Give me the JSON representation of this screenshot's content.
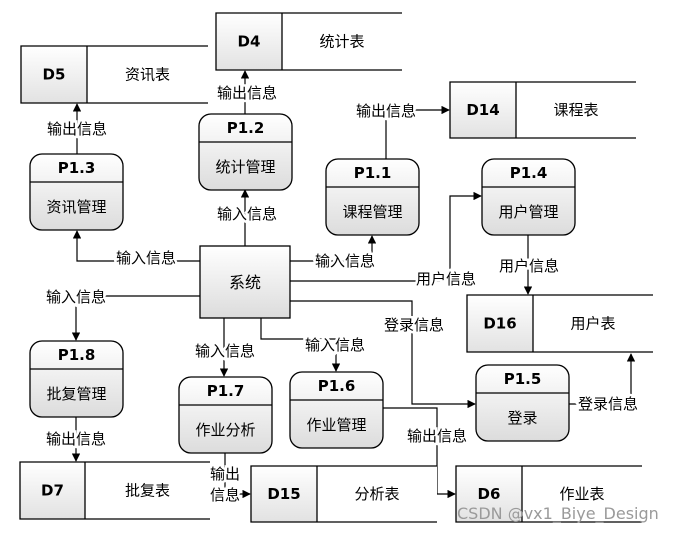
{
  "diagram": {
    "center": {
      "label": "系统"
    },
    "stores": [
      {
        "key": "d4",
        "id": "D4",
        "name": "统计表"
      },
      {
        "key": "d5",
        "id": "D5",
        "name": "资讯表"
      },
      {
        "key": "d14",
        "id": "D14",
        "name": "课程表"
      },
      {
        "key": "d16",
        "id": "D16",
        "name": "用户表"
      },
      {
        "key": "d7",
        "id": "D7",
        "name": "批复表"
      },
      {
        "key": "d15",
        "id": "D15",
        "name": "分析表"
      },
      {
        "key": "d6",
        "id": "D6",
        "name": "作业表"
      }
    ],
    "processes": [
      {
        "key": "p12",
        "id": "P1.2",
        "name": "统计管理"
      },
      {
        "key": "p13",
        "id": "P1.3",
        "name": "资讯管理"
      },
      {
        "key": "p11",
        "id": "P1.1",
        "name": "课程管理"
      },
      {
        "key": "p14",
        "id": "P1.4",
        "name": "用户管理"
      },
      {
        "key": "p18",
        "id": "P1.8",
        "name": "批复管理"
      },
      {
        "key": "p17",
        "id": "P1.7",
        "name": "作业分析"
      },
      {
        "key": "p16",
        "id": "P1.6",
        "name": "作业管理"
      },
      {
        "key": "p15",
        "id": "P1.5",
        "name": "登录"
      }
    ],
    "flows": [
      {
        "key": "f-p12-d4",
        "label": "输出信息"
      },
      {
        "key": "f-p13-d5",
        "label": "输出信息"
      },
      {
        "key": "f-p11-d14",
        "label": "输出信息"
      },
      {
        "key": "f-sys-p12",
        "label": "输入信息"
      },
      {
        "key": "f-sys-p13",
        "label": "输入信息"
      },
      {
        "key": "f-sys-p11",
        "label": "输入信息"
      },
      {
        "key": "f-sys-p14",
        "label": "用户信息"
      },
      {
        "key": "f-p14-d16",
        "label": "用户信息"
      },
      {
        "key": "f-sys-p18",
        "label": "输入信息"
      },
      {
        "key": "f-sys-p15",
        "label": "登录信息"
      },
      {
        "key": "f-sys-p17",
        "label": "输入信息"
      },
      {
        "key": "f-sys-p16",
        "label": "输入信息"
      },
      {
        "key": "f-p15-d16",
        "label": "登录信息"
      },
      {
        "key": "f-p18-d7",
        "label": "输出信息"
      },
      {
        "key": "f-p17-d15",
        "label": "输出\n信息"
      },
      {
        "key": "f-p16-d6",
        "label": "输出信息"
      }
    ],
    "watermark": "CSDN @vx1_Biye_Design"
  }
}
